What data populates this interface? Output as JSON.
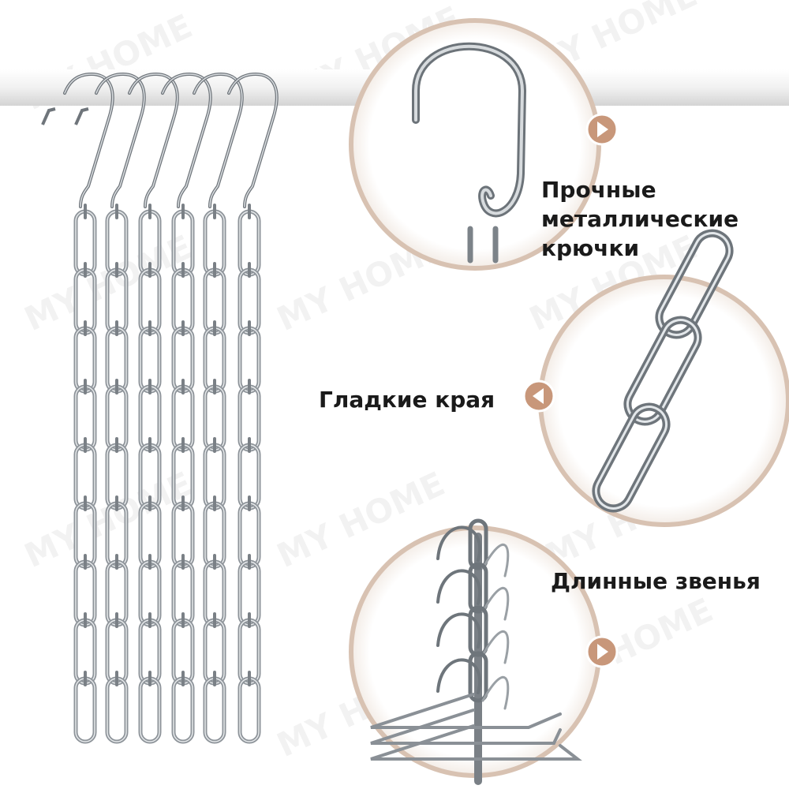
{
  "watermark": "MY HOME",
  "features": [
    {
      "lines": [
        "Прочные",
        "металлические",
        "крючки"
      ],
      "icon": "play-arrow-right-icon"
    },
    {
      "lines": [
        "Гладкие края"
      ],
      "icon": "play-arrow-left-icon"
    },
    {
      "lines": [
        "Длинные звенья"
      ],
      "icon": "play-arrow-right-icon"
    }
  ],
  "colors": {
    "circle_border": "#d8c2b2",
    "accent": "#c8977a",
    "text": "#1a1a1a",
    "metal": "#8d9399",
    "rod": "#f2f2f2"
  }
}
